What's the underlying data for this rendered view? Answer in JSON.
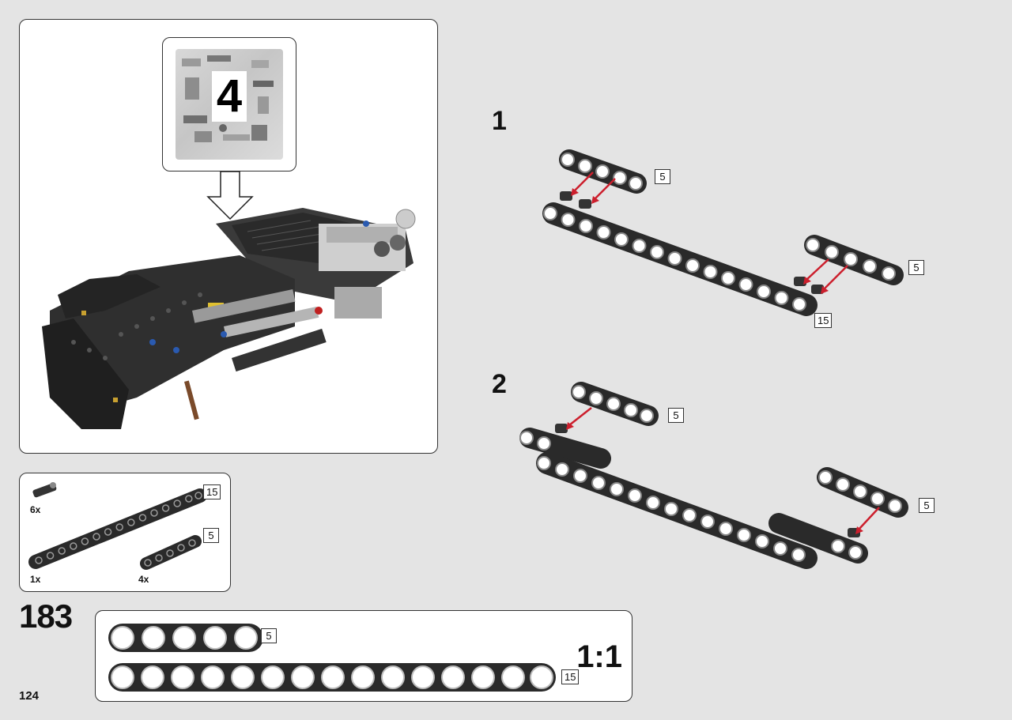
{
  "page": {
    "build_step": "183",
    "page_number": "124"
  },
  "model_view": {
    "bag_number": "4",
    "arrow_icon": "down-arrow-icon"
  },
  "parts_list": {
    "items": [
      {
        "part": "beam-pin-with-bushing",
        "quantity": "6x"
      },
      {
        "part": "liftarm-15",
        "quantity": "1x",
        "length": "15"
      },
      {
        "part": "liftarm-5",
        "quantity": "4x",
        "length": "5"
      }
    ]
  },
  "sub_steps": [
    {
      "number": "1",
      "labels": {
        "top_beam": "5",
        "right_beam": "5",
        "long_beam": "15"
      }
    },
    {
      "number": "2",
      "labels": {
        "top_beam": "5",
        "right_beam": "5"
      }
    }
  ],
  "scale_reference": {
    "label": "1:1",
    "beam_short": "5",
    "beam_long": "15"
  },
  "colors": {
    "beam": "#2a2a2a",
    "arrow": "#cc1f2d",
    "background": "#e4e4e4",
    "panel": "#ffffff"
  }
}
